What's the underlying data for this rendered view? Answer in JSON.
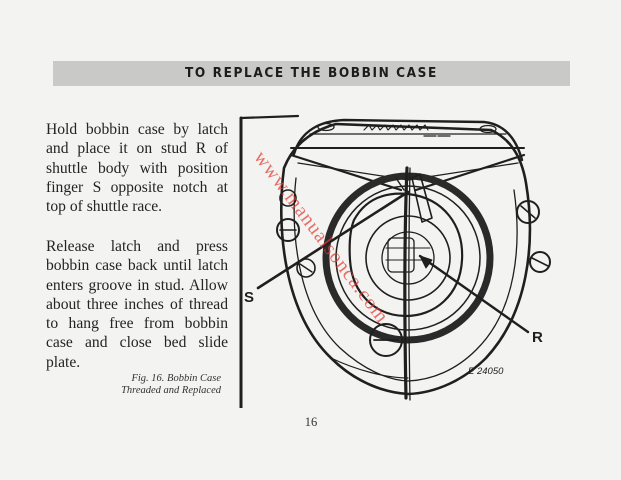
{
  "header": {
    "title": "TO REPLACE THE BOBBIN CASE"
  },
  "body": {
    "paragraph_1": "Hold bobbin case by latch and place it on stud R of shuttle body with position finger S opposite notch at top of shuttle race.",
    "paragraph_2": "Release latch and press bobbin case back until latch enters groove in stud. Allow about three inches of thread to hang free from bobbin case and close bed slide plate."
  },
  "figure": {
    "label_s": "S",
    "label_r": "R",
    "code": "E 24050",
    "caption_line_1": "Fig. 16. Bobbin Case",
    "caption_line_2": "Threaded and Replaced"
  },
  "watermark": {
    "text": "www.manualsonca.com"
  },
  "footer": {
    "page_number": "16"
  },
  "colors": {
    "header_bar": "#c9c9c7",
    "watermark": "#e43a32",
    "paper": "#f3f3f1"
  }
}
